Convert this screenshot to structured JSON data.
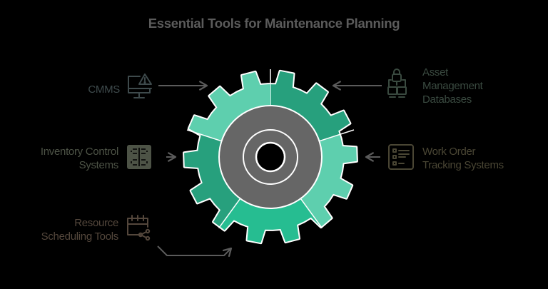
{
  "title": "Essential Tools for Maintenance Planning",
  "center": {
    "icon": "gear-icon",
    "segments": [
      {
        "id": "top-left",
        "color": "#27A07D"
      },
      {
        "id": "top-right",
        "color": "#5ECFAE"
      },
      {
        "id": "right",
        "color": "#26BD91"
      },
      {
        "id": "bottom",
        "color": "#27A07D"
      },
      {
        "id": "left",
        "color": "#5ECFAE"
      }
    ],
    "hub_color": "#666666",
    "outline_color": "#FFFFFF"
  },
  "tools": [
    {
      "label": "CMMS",
      "icon": "computer-alert-icon",
      "side": "left",
      "color": "#3E4A4C"
    },
    {
      "label_lines": [
        "Inventory Control",
        "Systems"
      ],
      "icon": "cabinet-icon",
      "side": "left",
      "color": "#4D5346"
    },
    {
      "label_lines": [
        "Resource",
        "Scheduling Tools"
      ],
      "icon": "calendar-share-icon",
      "side": "left",
      "color": "#54473C"
    },
    {
      "label_lines": [
        "Asset",
        "Management",
        "Databases"
      ],
      "icon": "database-network-icon",
      "side": "right",
      "color": "#3A4A40"
    },
    {
      "label_lines": [
        "Work Order",
        "Tracking Systems"
      ],
      "icon": "checklist-icon",
      "side": "right",
      "color": "#4A4634"
    }
  ],
  "arrow_color": "#5B5B5B"
}
